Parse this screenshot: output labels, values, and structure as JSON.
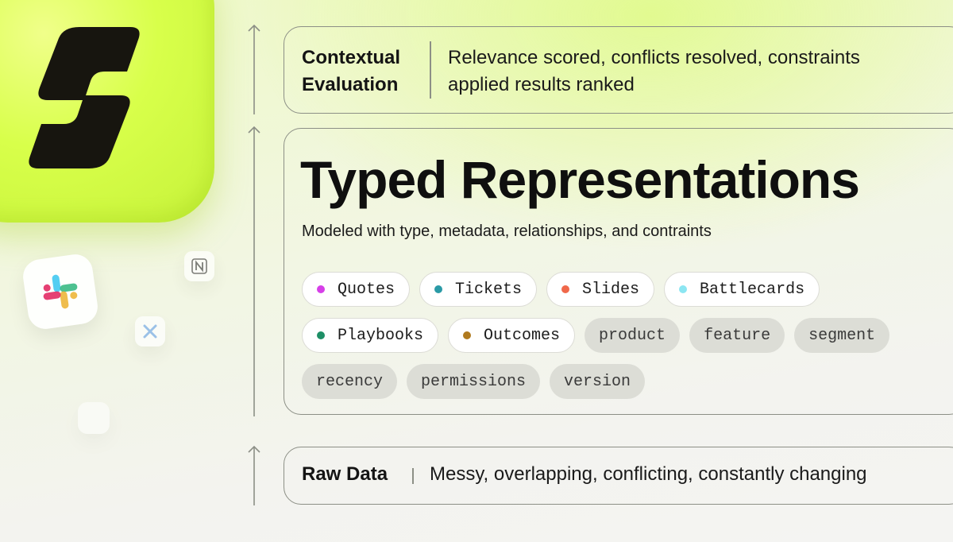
{
  "layers": {
    "evaluation": {
      "title_line1": "Contextual",
      "title_line2": "Evaluation",
      "description": "Relevance scored, conflicts resolved, constraints applied results ranked"
    },
    "typed": {
      "title": "Typed Representations",
      "subtitle": "Modeled with type, metadata, relationships, and contraints",
      "types": [
        {
          "label": "Quotes",
          "color": "#d63fe8"
        },
        {
          "label": "Tickets",
          "color": "#2a9aa6"
        },
        {
          "label": "Slides",
          "color": "#f0684a"
        },
        {
          "label": "Battlecards",
          "color": "#8ce6f2"
        },
        {
          "label": "Playbooks",
          "color": "#1e8f66"
        },
        {
          "label": "Outcomes",
          "color": "#b07a1e"
        }
      ],
      "metadata": [
        "product",
        "feature",
        "segment",
        "recency",
        "permissions",
        "version"
      ]
    },
    "raw": {
      "title": "Raw Data",
      "description": "Messy, overlapping, conflicting, constantly changing"
    }
  },
  "icons": {
    "logo": "brand-logo-icon",
    "apps": [
      "slack-icon",
      "notion-icon",
      "asana-icon",
      "blank-app-icon"
    ],
    "arrows": "arrow-up-icon"
  },
  "colors": {
    "accent": "#d8ff4a",
    "border": "#8c8f86",
    "metadata_chip": "#dcddd6"
  }
}
